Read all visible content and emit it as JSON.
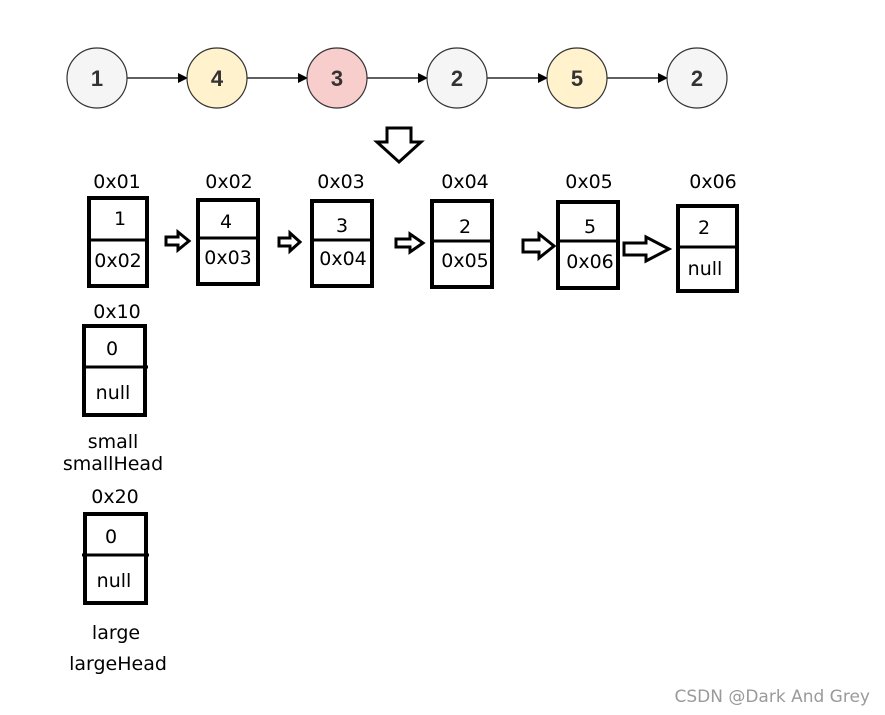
{
  "chain": {
    "circles": [
      {
        "value": "1",
        "fill": "#f5f5f5"
      },
      {
        "value": "4",
        "fill": "#fff2cc"
      },
      {
        "value": "3",
        "fill": "#f8cecc"
      },
      {
        "value": "2",
        "fill": "#f5f5f5"
      },
      {
        "value": "5",
        "fill": "#fff2cc"
      },
      {
        "value": "2",
        "fill": "#f5f5f5"
      }
    ]
  },
  "memory": {
    "nodes": [
      {
        "address": "0x01",
        "val": "1",
        "next": "0x02"
      },
      {
        "address": "0x02",
        "val": "4",
        "next": "0x03"
      },
      {
        "address": "0x03",
        "val": "3",
        "next": "0x04"
      },
      {
        "address": "0x04",
        "val": "2",
        "next": "0x05"
      },
      {
        "address": "0x05",
        "val": "5",
        "next": "0x06"
      },
      {
        "address": "0x06",
        "val": "2",
        "next": "null"
      }
    ]
  },
  "small": {
    "address": "0x10",
    "val": "0",
    "next": "null",
    "name": "small",
    "head": "smallHead"
  },
  "large": {
    "address": "0x20",
    "val": "0",
    "next": "null",
    "name": "large",
    "head": "largeHead"
  },
  "watermark": "CSDN @Dark And Grey"
}
